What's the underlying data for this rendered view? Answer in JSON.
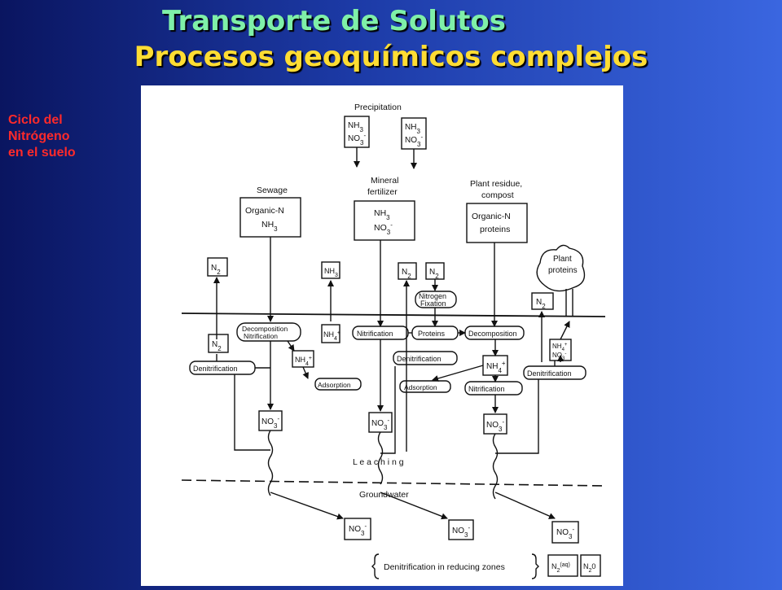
{
  "header": {
    "title": "Transporte de Solutos",
    "subtitle": "Procesos geoquímicos complejos"
  },
  "side_label": [
    "Ciclo del",
    "Nitrógeno",
    "en el suelo"
  ],
  "diagram": {
    "precipitation": "Precipitation",
    "sewage": "Sewage",
    "organic_n": "Organic-N",
    "mineral_fertilizer": [
      "Mineral",
      "fertilizer"
    ],
    "plant_residue": [
      "Plant residue,",
      "compost"
    ],
    "proteins_lc": "proteins",
    "plant_proteins": [
      "Plant",
      "proteins"
    ],
    "nitrogen_fixation": [
      "Nitrogen",
      "Fixation"
    ],
    "decomposition_nitrification": [
      "Decomposition",
      "Nitrification"
    ],
    "nitrification": "Nitrification",
    "proteins": "Proteins",
    "decomposition": "Decomposition",
    "denitrification": "Denitrification",
    "adsorption": "Adsorption",
    "leaching": "L e a c h i n g",
    "groundwater": "Groundwater",
    "denitrification_reducing": "Denitrification in reducing zones"
  }
}
